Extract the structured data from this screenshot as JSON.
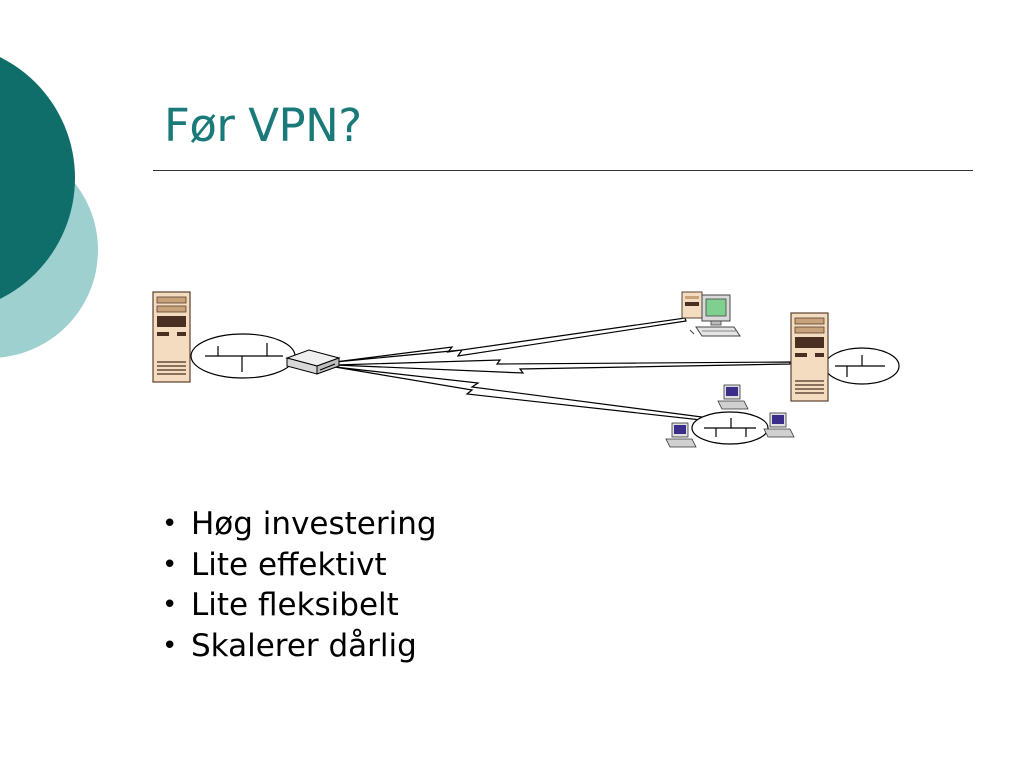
{
  "slide": {
    "title": "Før VPN?",
    "bullets": [
      "Høg investering",
      "Lite effektivt",
      "Lite fleksibelt",
      "Skalerer dårlig"
    ]
  },
  "colors": {
    "title": "#1a7a7a",
    "circle_dark": "#0f6e6a",
    "circle_light": "#9fd0d0",
    "server_body": "#f3dcc0",
    "server_outline": "#5a4030",
    "monitor_screen": "#7fd08f",
    "pc_screen": "#3a2e8a"
  },
  "diagram": {
    "nodes": [
      "server-left",
      "lan-left",
      "router",
      "workstation-top",
      "server-right",
      "lan-right",
      "lan-bottom",
      "pc-cluster"
    ]
  }
}
